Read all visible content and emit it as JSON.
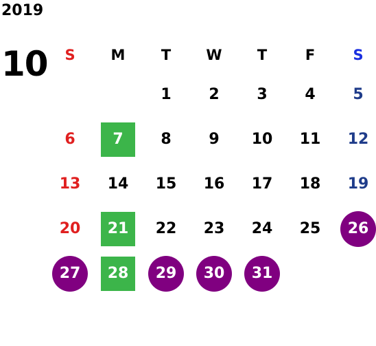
{
  "calendar": {
    "year": "2019",
    "month": "10",
    "weekdays": [
      "S",
      "M",
      "T",
      "W",
      "T",
      "F",
      "S"
    ],
    "colors": {
      "sunday": "#e02020",
      "saturday": "#1f3c8a",
      "saturday_header": "#1a2fe0",
      "holiday_highlight": "#3cb54a",
      "event_highlight": "#800080"
    },
    "weeks": [
      [
        {
          "day": ""
        },
        {
          "day": ""
        },
        {
          "day": "1"
        },
        {
          "day": "2"
        },
        {
          "day": "3"
        },
        {
          "day": "4"
        },
        {
          "day": "5"
        }
      ],
      [
        {
          "day": "6"
        },
        {
          "day": "7",
          "mark": "holiday"
        },
        {
          "day": "8"
        },
        {
          "day": "9"
        },
        {
          "day": "10"
        },
        {
          "day": "11"
        },
        {
          "day": "12"
        }
      ],
      [
        {
          "day": "13"
        },
        {
          "day": "14"
        },
        {
          "day": "15"
        },
        {
          "day": "16"
        },
        {
          "day": "17"
        },
        {
          "day": "18"
        },
        {
          "day": "19"
        }
      ],
      [
        {
          "day": "20"
        },
        {
          "day": "21",
          "mark": "holiday"
        },
        {
          "day": "22"
        },
        {
          "day": "23"
        },
        {
          "day": "24"
        },
        {
          "day": "25"
        },
        {
          "day": "26",
          "mark": "event"
        }
      ],
      [
        {
          "day": "27",
          "mark": "event"
        },
        {
          "day": "28",
          "mark": "holiday"
        },
        {
          "day": "29",
          "mark": "event"
        },
        {
          "day": "30",
          "mark": "event"
        },
        {
          "day": "31",
          "mark": "event"
        },
        {
          "day": ""
        },
        {
          "day": ""
        }
      ]
    ]
  }
}
